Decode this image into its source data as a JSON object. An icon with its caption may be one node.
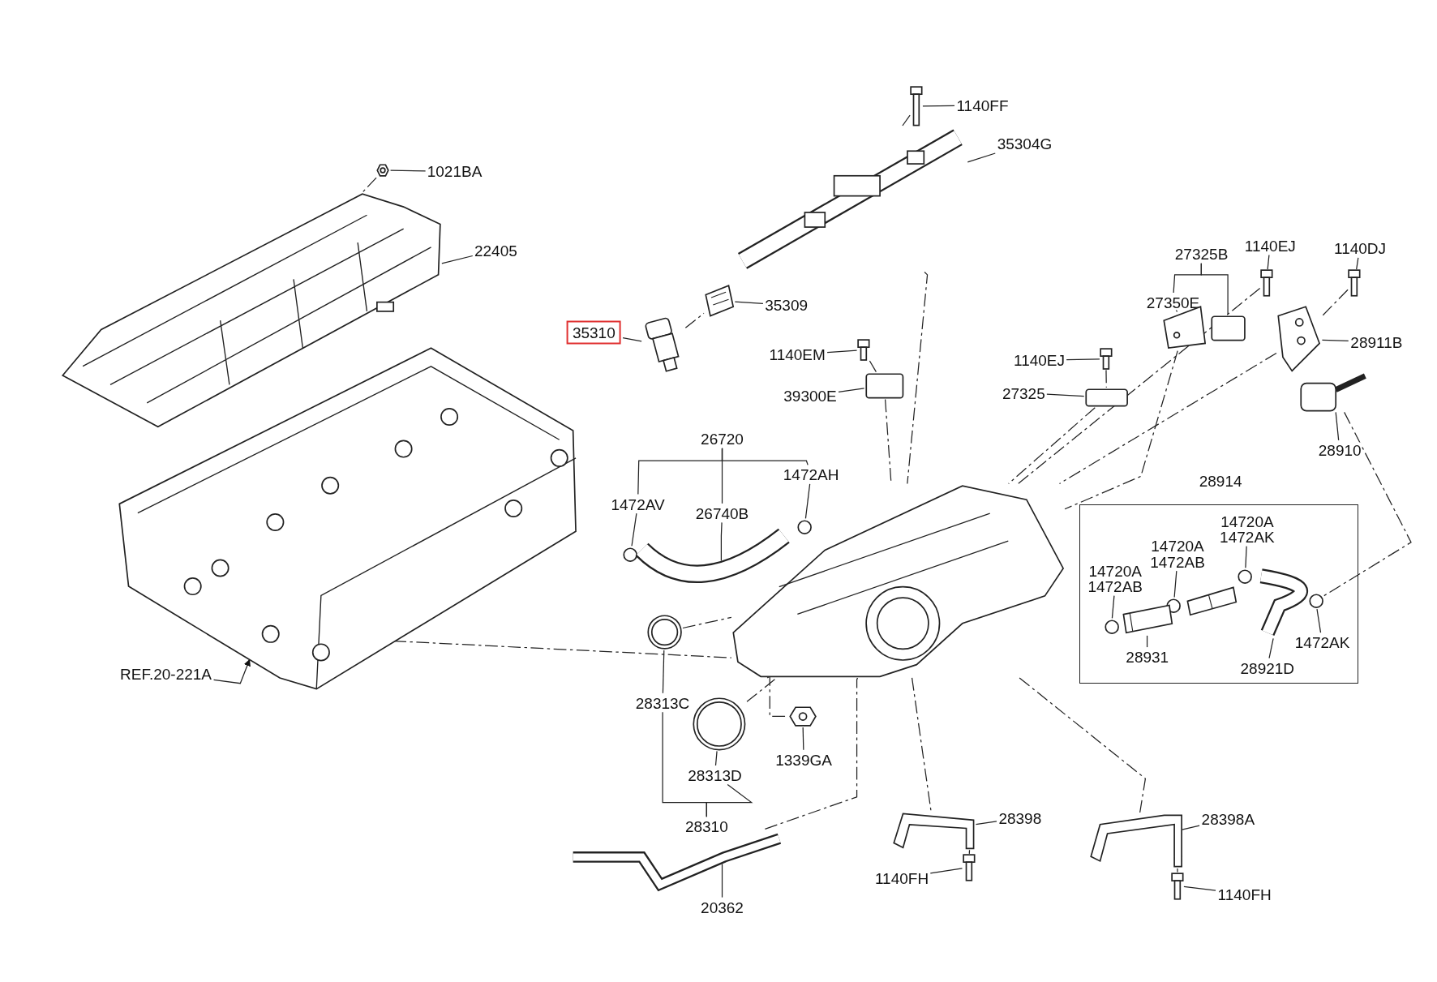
{
  "diagram": {
    "nodes": [
      {
        "text": [
          "1140FF"
        ]
      },
      {
        "text": [
          "35304G"
        ]
      },
      {
        "text": [
          "1021BA"
        ]
      },
      {
        "text": [
          "22405"
        ]
      },
      {
        "text": [
          "35309"
        ]
      },
      {
        "text": [
          "35310"
        ]
      },
      {
        "text": [
          "27325B"
        ]
      },
      {
        "text": [
          "1140EJ"
        ]
      },
      {
        "text": [
          "1140DJ"
        ]
      },
      {
        "text": [
          "27350E"
        ]
      },
      {
        "text": [
          "28911B"
        ]
      },
      {
        "text": [
          "1140EM"
        ]
      },
      {
        "text": [
          "1140EJ"
        ]
      },
      {
        "text": [
          "39300E"
        ]
      },
      {
        "text": [
          "27325"
        ]
      },
      {
        "text": [
          "28910"
        ]
      },
      {
        "text": [
          "26720"
        ]
      },
      {
        "text": [
          "28914"
        ]
      },
      {
        "text": [
          "1472AV"
        ]
      },
      {
        "text": [
          "26740B"
        ]
      },
      {
        "text": [
          "1472AH"
        ]
      },
      {
        "text": [
          "14720A"
        ],
        "in": 17
      },
      {
        "text": [
          "1472AK"
        ],
        "in": 17
      },
      {
        "text": [
          "14720A"
        ],
        "in": 17
      },
      {
        "text": [
          "1472AB"
        ],
        "in": 17
      },
      {
        "text": [
          "14720A"
        ],
        "in": 17
      },
      {
        "text": [
          "1472AB"
        ],
        "in": 17
      },
      {
        "text": [
          "1472AK"
        ],
        "in": 17
      },
      {
        "text": [
          "28931"
        ],
        "in": 17
      },
      {
        "text": [
          "28921D"
        ],
        "in": 17
      },
      {
        "text": [
          "REF.20-221A"
        ]
      },
      {
        "text": [
          "28313C"
        ]
      },
      {
        "text": [
          "1339GA"
        ]
      },
      {
        "text": [
          "28313D"
        ]
      },
      {
        "text": [
          "28310"
        ]
      },
      {
        "text": [
          "28398"
        ]
      },
      {
        "text": [
          "28398A"
        ]
      },
      {
        "text": [
          "1140FH"
        ]
      },
      {
        "text": [
          "1140FH"
        ]
      },
      {
        "text": [
          "20362"
        ]
      },
      {
        "text": [],
        "shape": "picture"
      },
      {
        "text": [],
        "shape": "picture"
      },
      {
        "text": [],
        "shape": "picture"
      },
      {
        "text": [],
        "shape": "picture"
      },
      {
        "text": [],
        "shape": "picture"
      },
      {
        "text": [],
        "shape": "picture"
      },
      {
        "text": [],
        "shape": "picture"
      },
      {
        "text": [],
        "shape": "box"
      },
      {
        "text": [],
        "shape": "picture"
      },
      {
        "text": [],
        "shape": "picture"
      },
      {
        "text": [],
        "shape": "picture"
      },
      {
        "text": [],
        "shape": "picture"
      },
      {
        "text": [],
        "shape": "picture"
      },
      {
        "text": [],
        "shape": "box"
      },
      {
        "text": [],
        "shape": "box"
      },
      {
        "text": [],
        "shape": "picture"
      },
      {
        "text": [],
        "shape": "circle"
      },
      {
        "text": [],
        "shape": "picture"
      },
      {
        "text": [],
        "shape": "circle"
      },
      {
        "text": [],
        "shape": "circle",
        "in": 17
      },
      {
        "text": [],
        "shape": "circle",
        "in": 17
      },
      {
        "text": [],
        "shape": "circle",
        "in": 17
      },
      {
        "text": [],
        "shape": "circle",
        "in": 17
      },
      {
        "text": [],
        "shape": "picture",
        "in": 17
      },
      {
        "text": [],
        "shape": "picture",
        "in": 17
      },
      {
        "text": [],
        "shape": "picture",
        "in": 17
      },
      {
        "text": [],
        "shape": "picture"
      },
      {
        "text": [],
        "shape": "picture"
      },
      {
        "text": [],
        "shape": "picture"
      },
      {
        "text": [],
        "shape": "picture"
      },
      {
        "text": [],
        "shape": "picture"
      },
      {
        "text": [],
        "shape": "picture"
      },
      {
        "text": [],
        "shape": "picture"
      },
      {
        "text": [],
        "shape": "picture"
      },
      {
        "text": [],
        "shape": "picture"
      },
      {
        "text": [],
        "shape": "picture"
      }
    ],
    "edges": [
      {
        "from": 0,
        "to": 40,
        "arrow": "none"
      },
      {
        "from": 1,
        "to": 41,
        "arrow": "none"
      },
      {
        "from": 2,
        "to": 42,
        "arrow": "none"
      },
      {
        "from": 3,
        "to": 43,
        "arrow": "none"
      },
      {
        "from": 4,
        "to": 44,
        "arrow": "none"
      },
      {
        "from": 5,
        "to": 45,
        "arrow": "none"
      },
      {
        "from": 7,
        "to": 48,
        "arrow": "none"
      },
      {
        "from": 8,
        "to": 49,
        "arrow": "none"
      },
      {
        "from": 10,
        "to": 50,
        "arrow": "none"
      },
      {
        "from": 11,
        "to": 51,
        "arrow": "none"
      },
      {
        "from": 12,
        "to": 52,
        "arrow": "none"
      },
      {
        "from": 13,
        "to": 53,
        "arrow": "none"
      },
      {
        "from": 14,
        "to": 54,
        "arrow": "none"
      },
      {
        "from": 15,
        "to": 55,
        "arrow": "none"
      },
      {
        "from": 22,
        "to": 61,
        "arrow": "none"
      },
      {
        "from": 24,
        "to": 60,
        "arrow": "none"
      },
      {
        "from": 26,
        "to": 59,
        "arrow": "none"
      },
      {
        "from": 27,
        "to": 62,
        "arrow": "none"
      },
      {
        "from": 28,
        "to": 63,
        "arrow": "none"
      },
      {
        "from": 29,
        "to": 65,
        "arrow": "none"
      },
      {
        "from": 30,
        "to": 66,
        "arrow": "to"
      },
      {
        "from": 32,
        "to": 69,
        "arrow": "none"
      },
      {
        "from": 33,
        "to": 70,
        "arrow": "none"
      },
      {
        "from": 35,
        "to": 71,
        "arrow": "none"
      },
      {
        "from": 36,
        "to": 72,
        "arrow": "none"
      },
      {
        "from": 37,
        "to": 73,
        "arrow": "none"
      },
      {
        "from": 38,
        "to": 74,
        "arrow": "none"
      },
      {
        "from": 39,
        "to": 75,
        "arrow": "none"
      },
      {
        "from": 16,
        "to": 18,
        "arrow": "none"
      },
      {
        "from": 16,
        "to": 19,
        "arrow": "none"
      },
      {
        "from": 16,
        "to": 20,
        "arrow": "none"
      },
      {
        "from": 18,
        "to": 56,
        "arrow": "none"
      },
      {
        "from": 19,
        "to": 57,
        "arrow": "none"
      },
      {
        "from": 20,
        "to": 58,
        "arrow": "none"
      },
      {
        "from": 6,
        "to": 9,
        "arrow": "none"
      },
      {
        "from": 6,
        "to": 47,
        "arrow": "none"
      },
      {
        "from": 9,
        "to": 46,
        "arrow": "none"
      },
      {
        "from": 34,
        "to": 31,
        "arrow": "none"
      },
      {
        "from": 34,
        "to": 33,
        "arrow": "none"
      },
      {
        "from": 31,
        "to": 67,
        "arrow": "none"
      },
      {
        "from": 40,
        "to": 41,
        "arrow": "none",
        "style": "dashed"
      },
      {
        "from": 41,
        "to": 68,
        "arrow": "none",
        "style": "dashed"
      },
      {
        "from": 42,
        "to": 43,
        "arrow": "none",
        "style": "dashed"
      },
      {
        "from": 45,
        "to": 44,
        "arrow": "none",
        "style": "dashed"
      },
      {
        "from": 66,
        "to": 68,
        "arrow": "none",
        "style": "dashed"
      },
      {
        "from": 67,
        "to": 68,
        "arrow": "none",
        "style": "dashed"
      },
      {
        "from": 68,
        "to": 69,
        "arrow": "none",
        "style": "dashed"
      },
      {
        "from": 70,
        "to": 68,
        "arrow": "none",
        "style": "dashed"
      },
      {
        "from": 75,
        "to": 68,
        "arrow": "none",
        "style": "dashed"
      },
      {
        "from": 68,
        "to": 71,
        "arrow": "none",
        "style": "dashed"
      },
      {
        "from": 68,
        "to": 72,
        "arrow": "none",
        "style": "dashed"
      },
      {
        "from": 71,
        "to": 73,
        "arrow": "none",
        "style": "dashed"
      },
      {
        "from": 72,
        "to": 74,
        "arrow": "none",
        "style": "dashed"
      },
      {
        "from": 48,
        "to": 68,
        "arrow": "none",
        "style": "dashed"
      },
      {
        "from": 54,
        "to": 68,
        "arrow": "none",
        "style": "dashed"
      },
      {
        "from": 46,
        "to": 68,
        "arrow": "none",
        "style": "dashed"
      },
      {
        "from": 50,
        "to": 68,
        "arrow": "none",
        "style": "dashed"
      },
      {
        "from": 55,
        "to": 62,
        "arrow": "none",
        "style": "dashed"
      },
      {
        "from": 53,
        "to": 68,
        "arrow": "none",
        "style": "dashed"
      },
      {
        "from": 51,
        "to": 53,
        "arrow": "none",
        "style": "dashed"
      },
      {
        "from": 49,
        "to": 50,
        "arrow": "none",
        "style": "dashed"
      },
      {
        "from": 52,
        "to": 54,
        "arrow": "none",
        "style": "dashed"
      }
    ]
  }
}
